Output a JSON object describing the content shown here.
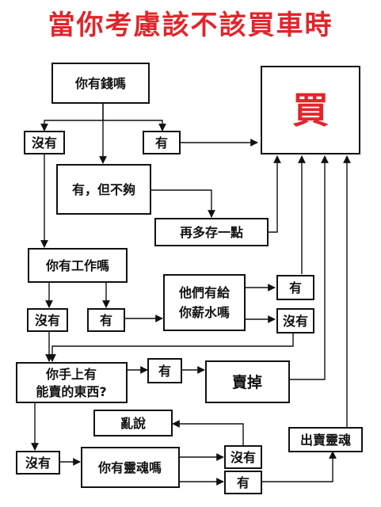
{
  "title": "當你考慮該不該買車時",
  "colors": {
    "title": "#e0262b",
    "buy": "#e0262b",
    "line": "#111111"
  },
  "nodes": {
    "have_money": "你有錢嗎",
    "buy": "買",
    "no_money": "沒有",
    "yes_money": "有",
    "not_enough": "有，但不夠",
    "save_more": "再多存一點",
    "have_job": "你有工作嗎",
    "pay_l1": "他們有給",
    "pay_l2": "你薪水嗎",
    "paid_yes": "有",
    "no_job": "沒有",
    "yes_job": "有",
    "paid_no": "沒有",
    "sellable_l1": "你手上有",
    "sellable_l2": "能賣的東西?",
    "sellable_yes": "有",
    "sell_it": "賣掉",
    "nonsense": "亂說",
    "sell_soul": "出賣靈魂",
    "sellable_no": "沒有",
    "have_soul": "你有靈魂嗎",
    "soul_no": "沒有",
    "soul_yes": "有"
  }
}
